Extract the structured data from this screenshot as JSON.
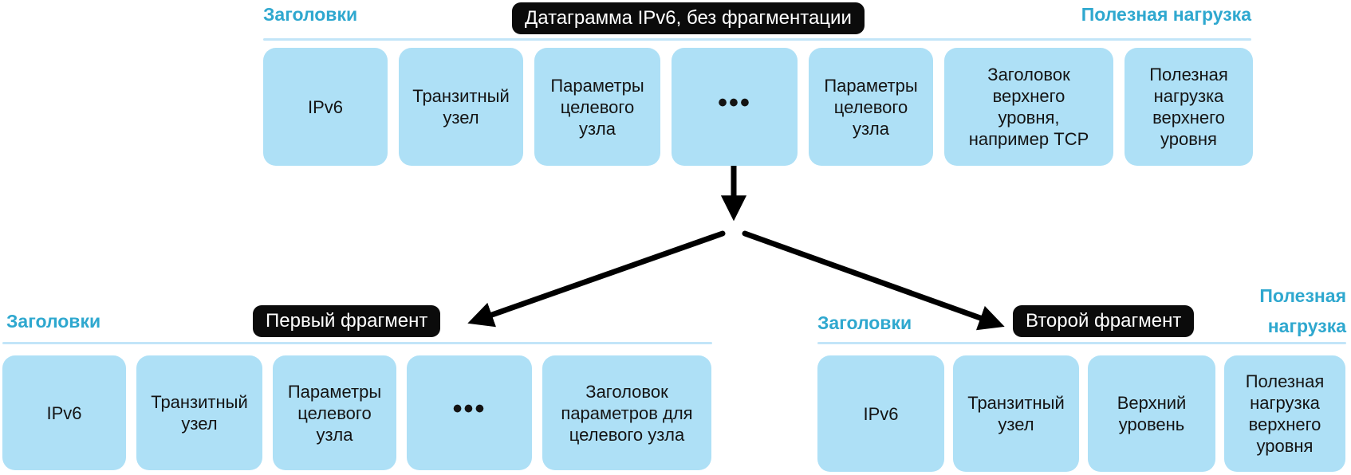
{
  "colors": {
    "box_fill": "#aee0f6",
    "accent_label": "#2fa8cf",
    "pill_background": "#0b0b0b",
    "pill_text": "#ffffff",
    "box_text": "#141414",
    "underline": "#c2e5f8",
    "arrow": "#000000"
  },
  "top_section": {
    "headers_label": "Заголовки",
    "title": "Датаграмма IPv6, без фрагментации",
    "payload_label": "Полезная нагрузка",
    "boxes": [
      {
        "label": "IPv6"
      },
      {
        "label": "Транзитный\nузел"
      },
      {
        "label": "Параметры\nцелевого\nузла"
      },
      {
        "label": "•••"
      },
      {
        "label": "Параметры\nцелевого\nузла"
      },
      {
        "label": "Заголовок\nверхнего\nуровня,\nнапример TCP"
      },
      {
        "label": "Полезная\nнагрузка\nверхнего\nуровня"
      }
    ]
  },
  "fragment1": {
    "headers_label": "Заголовки",
    "title": "Первый фрагмент",
    "boxes": [
      {
        "label": "IPv6"
      },
      {
        "label": "Транзитный\nузел"
      },
      {
        "label": "Параметры\nцелевого\nузла"
      },
      {
        "label": "•••"
      },
      {
        "label": "Заголовок\nпараметров для\nцелевого узла"
      }
    ]
  },
  "fragment2": {
    "headers_label": "Заголовки",
    "title": "Второй фрагмент",
    "payload_label": "Полезная\nнагрузка",
    "boxes": [
      {
        "label": "IPv6"
      },
      {
        "label": "Транзитный\nузел"
      },
      {
        "label": "Верхний\nуровень"
      },
      {
        "label": "Полезная\nнагрузка\nверхнего\nуровня"
      }
    ]
  }
}
